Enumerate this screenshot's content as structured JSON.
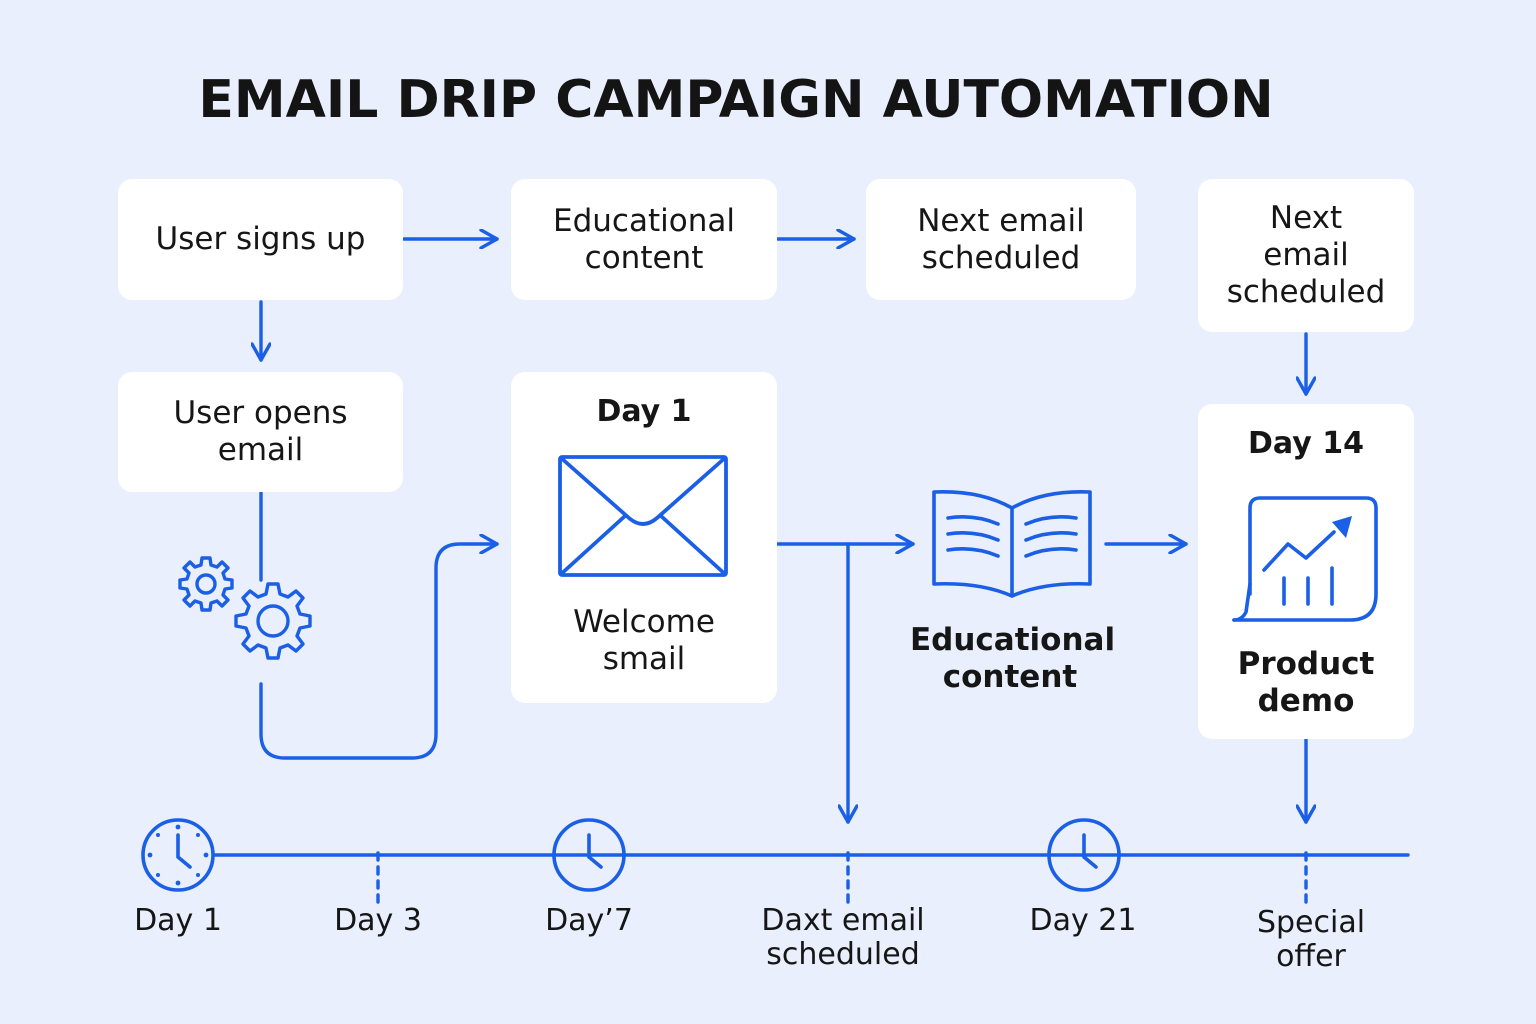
{
  "title": "EMAIL DRIP CAMPAIGN AUTOMATION",
  "nodes": {
    "user_signs_up": "User signs up",
    "educational_content_top": "Educational content",
    "next_email_scheduled_top": "Next email scheduled",
    "next_email_scheduled_right": "Next email scheduled",
    "user_opens_email": "User opens email",
    "day1_box": {
      "heading": "Day 1",
      "caption": "Welcome smail"
    },
    "educational_content_mid": "Educational content",
    "day14_box": {
      "heading": "Day 14",
      "caption": "Product demo"
    }
  },
  "timeline": [
    "Day 1",
    "Day 3",
    "Day’7",
    "Daxt email scheduled",
    "Day 21",
    "Special offer"
  ],
  "icons": [
    "gears-icon",
    "envelope-icon",
    "open-book-icon",
    "growth-chart-icon",
    "clock-icon"
  ],
  "colors": {
    "accent": "#1a5fe6",
    "background": "#e9effc",
    "card": "#ffffff",
    "text": "#161616"
  }
}
